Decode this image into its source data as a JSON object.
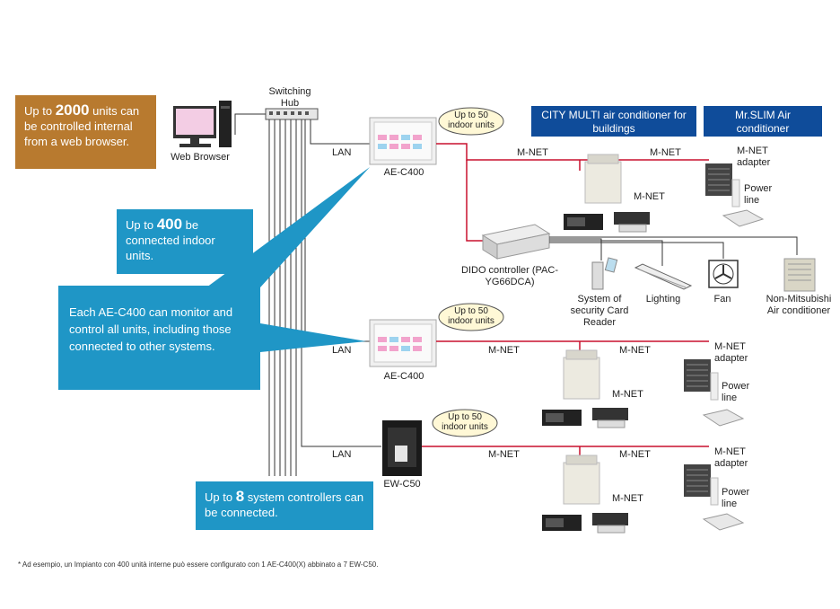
{
  "callouts": {
    "web": {
      "pre": "Up to ",
      "num": "2000",
      "post": " units can be controlled internal from a web browser."
    },
    "indoor": {
      "pre": "Up to ",
      "num": "400",
      "post": " be connected indoor units."
    },
    "monitor": {
      "text": "Each AE-C400 can monitor and control all units, including those connected to other systems."
    },
    "controllers": {
      "pre": "Up to ",
      "num": "8",
      "post": " system controllers can be connected."
    }
  },
  "headers": {
    "city_multi": "CITY MULTI air conditioner for buildings",
    "mr_slim": "Mr.SLIM Air conditioner"
  },
  "labels": {
    "switching_hub": "Switching Hub",
    "web_browser": "Web Browser",
    "lan": "LAN",
    "ae_c400": "AE-C400",
    "ew_c50": "EW-C50",
    "mnet": "M-NET",
    "mnet_adapter": "M-NET adapter",
    "power_line": "Power line",
    "up_to_50": "Up to 50 indoor units",
    "dido": "DIDO controller (PAC-YG66DCA)",
    "security": "System of security Card Reader",
    "lighting": "Lighting",
    "fan": "Fan",
    "non_mitsubishi": "Non-Mitsubishi Air conditioner"
  },
  "footnote": "* Ad esempio, un Impianto con 400 unità interne può essere configurato con 1 AE-C400(X) abbinato a 7 EW-C50.",
  "colors": {
    "mnet": "#c8102e",
    "callout_blue": "#1f96c6",
    "callout_orange": "#b87a2f",
    "header_navy": "#0f4c9a"
  }
}
